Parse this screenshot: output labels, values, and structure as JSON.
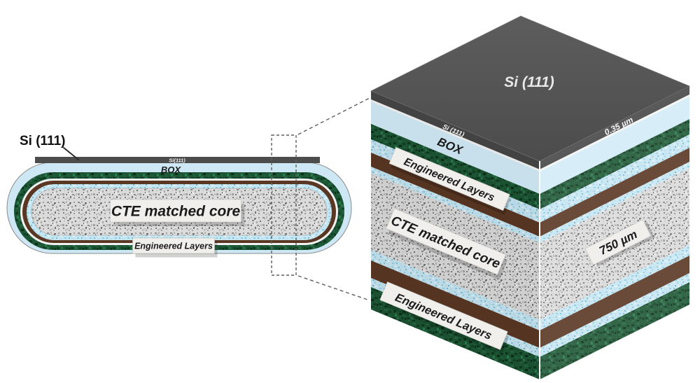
{
  "wafer": {
    "callout_label": "Si (111)",
    "si_layer_label": "Si(111)",
    "box_label": "BOX",
    "core_label": "CTE matched core",
    "engineered_layers_label": "Engineered Layers"
  },
  "cube": {
    "top_face_label": "Si (111)",
    "si_edge_label": "Si (111)",
    "si_thickness_label": "0.35 µm",
    "box_label": "BOX",
    "engineered_layers_top_label": "Engineered Layers",
    "core_label": "CTE matched core",
    "core_thickness_label": "750 µm",
    "engineered_layers_bottom_label": "Engineered Layers"
  },
  "layers": [
    {
      "name": "si-111",
      "label": "Si (111)",
      "thickness": "0.35 µm",
      "color": "#545454"
    },
    {
      "name": "box",
      "label": "BOX",
      "color": "#d3ecf8"
    },
    {
      "name": "engineered-layers-green",
      "label": "Engineered Layers",
      "color": "#1d5634"
    },
    {
      "name": "interlayer-blue",
      "color": "#c6e6f2"
    },
    {
      "name": "bonding-layer-brown",
      "color": "#5a3723"
    },
    {
      "name": "cte-matched-core",
      "label": "CTE matched core",
      "thickness": "750 µm",
      "color": "#d6d6d6"
    }
  ],
  "colors": {
    "si_gray": "#545454",
    "box_blue": "#d3ecf8",
    "engineered_green": "#1d5634",
    "bond_brown": "#5a3723",
    "interlayer_blue": "#c6e6f2",
    "core_gray": "#d6d6d6",
    "label_background": "#f0efec"
  }
}
